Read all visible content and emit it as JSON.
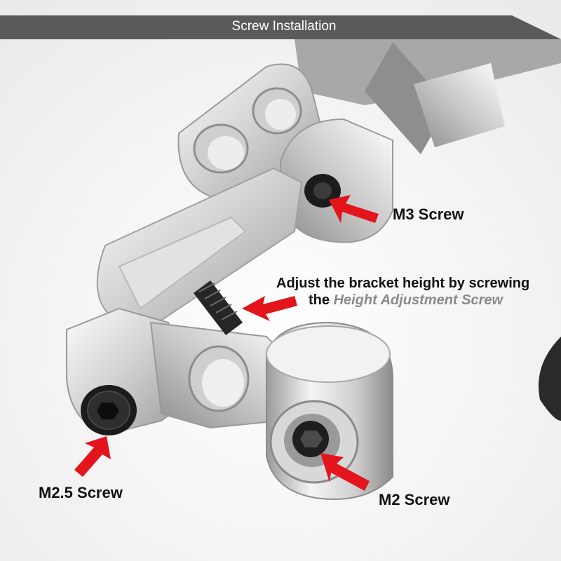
{
  "header": {
    "title": "Screw Installation"
  },
  "callouts": {
    "m3": "M3 Screw",
    "adjust_line1": "Adjust the bracket height by screwing",
    "adjust_line2_prefix": "the ",
    "adjust_line2_emph": "Height Adjustment Screw",
    "m25": "M2.5 Screw",
    "m2": "M2 Screw"
  },
  "colors": {
    "banner": "#5a5a5a",
    "arrow": "#e3141c",
    "emphasis_text": "#8a8a8a"
  }
}
